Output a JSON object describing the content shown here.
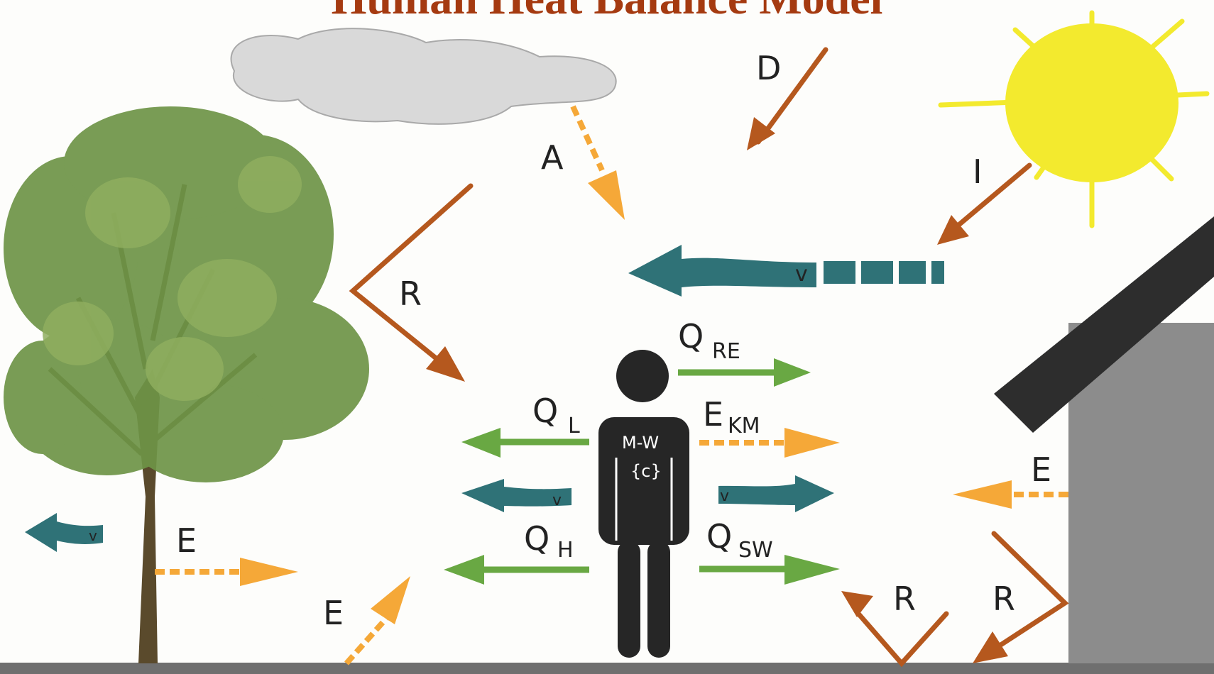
{
  "title": "Human Heat Balance Model",
  "labels": {
    "D": "D",
    "A": "A",
    "I": "I",
    "R_tree": "R",
    "R_ground1": "R",
    "R_ground2": "R",
    "E_tree": "E",
    "E_ground": "E",
    "E_house": "E",
    "v": "v",
    "body_metabolism": "M-W",
    "body_core": "{c}",
    "Q_RE_main": "Q",
    "Q_RE_sub": "RE",
    "Q_L_main": "Q",
    "Q_L_sub": "L",
    "E_KM_main": "E",
    "E_KM_sub": "KM",
    "Q_H_main": "Q",
    "Q_H_sub": "H",
    "Q_SW_main": "Q",
    "Q_SW_sub": "SW"
  },
  "colors": {
    "title": "#a53a10",
    "direct_radiation": "#b5581e",
    "longwave_dashed": "#f5a838",
    "wind": "#2f7277",
    "heat_flux": "#69a843",
    "person": "#262626",
    "sun": "#f3ea2e",
    "cloud": "#d9d9d9",
    "house_wall": "#8c8c8c",
    "roof": "#2d2d2d",
    "ground": "#6f6f6f",
    "tree_foliage": "#6e9447",
    "tree_trunk": "#5a4a2c"
  }
}
